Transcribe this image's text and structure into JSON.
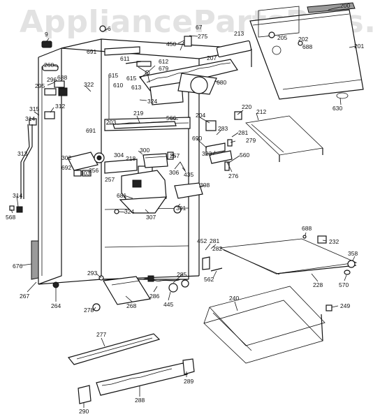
{
  "watermark": "AppliancePartsPros.com",
  "parts": [
    {
      "id": "p200",
      "label": "200"
    },
    {
      "id": "p6",
      "label": "6"
    },
    {
      "id": "p9",
      "label": "9"
    },
    {
      "id": "p67",
      "label": "67"
    },
    {
      "id": "p213",
      "label": "213"
    },
    {
      "id": "p205",
      "label": "205"
    },
    {
      "id": "p202",
      "label": "202"
    },
    {
      "id": "p688a",
      "label": "688"
    },
    {
      "id": "p201",
      "label": "201"
    },
    {
      "id": "p450",
      "label": "450"
    },
    {
      "id": "p275",
      "label": "275"
    },
    {
      "id": "p691a",
      "label": "691"
    },
    {
      "id": "p207",
      "label": "207"
    },
    {
      "id": "p260",
      "label": "260"
    },
    {
      "id": "p296",
      "label": "296"
    },
    {
      "id": "p688b",
      "label": "688"
    },
    {
      "id": "p295",
      "label": "295"
    },
    {
      "id": "p611",
      "label": "611"
    },
    {
      "id": "p612",
      "label": "612"
    },
    {
      "id": "p679",
      "label": "679"
    },
    {
      "id": "p615a",
      "label": "615"
    },
    {
      "id": "p610",
      "label": "610"
    },
    {
      "id": "p615b",
      "label": "615"
    },
    {
      "id": "p613",
      "label": "613"
    },
    {
      "id": "p680",
      "label": "680"
    },
    {
      "id": "p630",
      "label": "630"
    },
    {
      "id": "p322",
      "label": "322"
    },
    {
      "id": "p324a",
      "label": "324"
    },
    {
      "id": "p315",
      "label": "315"
    },
    {
      "id": "p312",
      "label": "312"
    },
    {
      "id": "p219",
      "label": "219"
    },
    {
      "id": "p220",
      "label": "220"
    },
    {
      "id": "p212",
      "label": "212"
    },
    {
      "id": "p314a",
      "label": "314"
    },
    {
      "id": "p203",
      "label": "203"
    },
    {
      "id": "p566",
      "label": "566"
    },
    {
      "id": "p204",
      "label": "204"
    },
    {
      "id": "p283",
      "label": "283"
    },
    {
      "id": "p691b",
      "label": "691"
    },
    {
      "id": "p281a",
      "label": "281"
    },
    {
      "id": "p690",
      "label": "690"
    },
    {
      "id": "p279",
      "label": "279"
    },
    {
      "id": "p313",
      "label": "313"
    },
    {
      "id": "p300",
      "label": "300"
    },
    {
      "id": "p304",
      "label": "304"
    },
    {
      "id": "p302",
      "label": "302"
    },
    {
      "id": "p218",
      "label": "218"
    },
    {
      "id": "p257a",
      "label": "257"
    },
    {
      "id": "p323",
      "label": "323"
    },
    {
      "id": "p560",
      "label": "560"
    },
    {
      "id": "p692",
      "label": "692"
    },
    {
      "id": "p256",
      "label": "256"
    },
    {
      "id": "p303",
      "label": "303"
    },
    {
      "id": "p435",
      "label": "435"
    },
    {
      "id": "p276",
      "label": "276"
    },
    {
      "id": "p306",
      "label": "306"
    },
    {
      "id": "p257b",
      "label": "257"
    },
    {
      "id": "p308",
      "label": "308"
    },
    {
      "id": "p681",
      "label": "681"
    },
    {
      "id": "p314b",
      "label": "314"
    },
    {
      "id": "p301",
      "label": "301"
    },
    {
      "id": "p307",
      "label": "307"
    },
    {
      "id": "p568",
      "label": "568"
    },
    {
      "id": "p324b",
      "label": "324"
    },
    {
      "id": "p688c",
      "label": "688"
    },
    {
      "id": "p232",
      "label": "232"
    },
    {
      "id": "p452",
      "label": "452"
    },
    {
      "id": "p281b",
      "label": "281"
    },
    {
      "id": "p282",
      "label": "282"
    },
    {
      "id": "p358",
      "label": "358"
    },
    {
      "id": "p676",
      "label": "676"
    },
    {
      "id": "p293",
      "label": "293"
    },
    {
      "id": "p285",
      "label": "285"
    },
    {
      "id": "p562",
      "label": "562"
    },
    {
      "id": "p228",
      "label": "228"
    },
    {
      "id": "p570",
      "label": "570"
    },
    {
      "id": "p267",
      "label": "267"
    },
    {
      "id": "p264",
      "label": "264"
    },
    {
      "id": "p268",
      "label": "268"
    },
    {
      "id": "p286",
      "label": "286"
    },
    {
      "id": "p445",
      "label": "445"
    },
    {
      "id": "p240",
      "label": "240"
    },
    {
      "id": "p278",
      "label": "278"
    },
    {
      "id": "p249",
      "label": "249"
    },
    {
      "id": "p277",
      "label": "277"
    },
    {
      "id": "p289",
      "label": "289"
    },
    {
      "id": "p288",
      "label": "288"
    },
    {
      "id": "p290",
      "label": "290"
    }
  ]
}
